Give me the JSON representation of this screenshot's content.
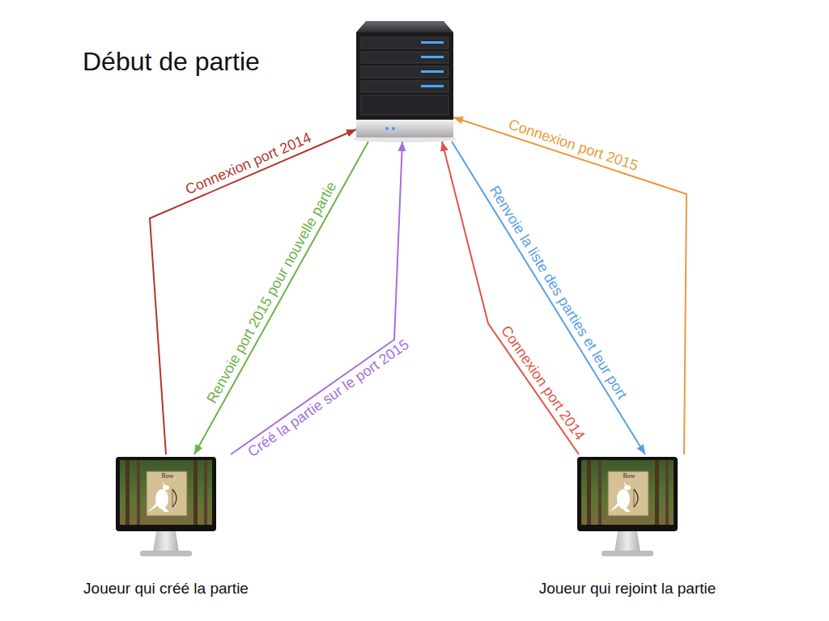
{
  "diagram": {
    "title": "Début de partie",
    "nodes": [
      {
        "text": []
      },
      {
        "text": [
          "Joueur qui créé la partie"
        ]
      },
      {
        "text": [
          "Joueur qui rejoint la partie"
        ]
      }
    ],
    "edges": [
      {
        "from": 1,
        "to": 0,
        "label": "Connexion port 2014",
        "arrow": "to"
      },
      {
        "from": 0,
        "to": 1,
        "label": "Renvoie port 2015 pour nouvelle partie",
        "arrow": "to"
      },
      {
        "from": 1,
        "to": 0,
        "label": "Créé la partie sur le port 2015",
        "arrow": "to"
      },
      {
        "from": 2,
        "to": 0,
        "label": "Connexion port 2014",
        "arrow": "to"
      },
      {
        "from": 0,
        "to": 2,
        "label": "Renvoie la liste des parties et leur port",
        "arrow": "to"
      },
      {
        "from": 2,
        "to": 0,
        "label": "Connexion port 2015",
        "arrow": "to"
      }
    ],
    "labels": [
      "Bow",
      "Bow"
    ]
  }
}
